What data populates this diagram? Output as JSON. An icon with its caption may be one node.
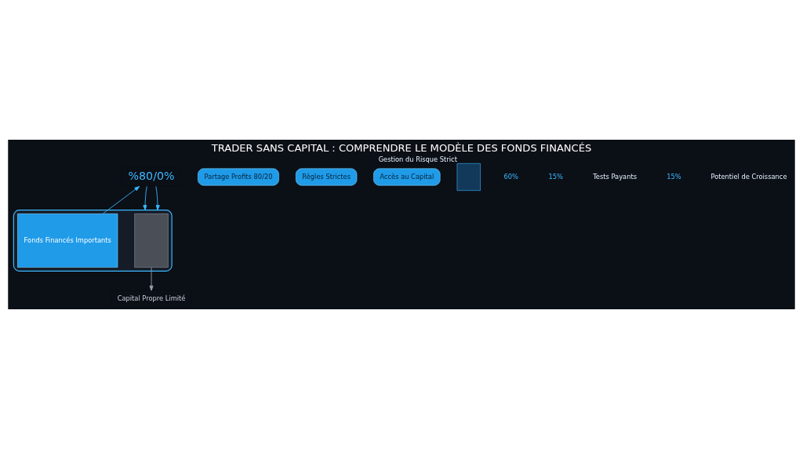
{
  "diagram": {
    "title": "TRADER SANS CAPITAL : COMPRENDRE LE MODÈLE DES FONDS FINANCÉS",
    "nodes": [
      {
        "text": [],
        "shape": "box"
      },
      {
        "text": [],
        "shape": "box",
        "in": 0
      },
      {
        "text": [
          "Fonds Financés Importants"
        ],
        "in": 0
      },
      {
        "text": [
          "Capital Propre Limité"
        ]
      },
      {
        "text": [
          "%80/0%"
        ]
      },
      {
        "text": [
          "Partage Profits 80/20"
        ]
      },
      {
        "text": [
          "Règles Strictes"
        ]
      },
      {
        "text": [
          "Accès au Capital"
        ]
      },
      {
        "text": [],
        "shape": "box",
        "beside": [
          "Gestion du Risque Strict"
        ]
      }
    ],
    "edges": [
      {
        "from": 1,
        "to": 3,
        "arrow": "to",
        "color": "#9aa3ad"
      },
      {
        "from": 2,
        "to": 4,
        "arrow": "to"
      },
      {
        "from": 4,
        "to": 0,
        "arrow": "to"
      },
      {
        "from": 4,
        "to": 0,
        "arrow": "to"
      }
    ],
    "labels": [
      "60%",
      "15%",
      "Tests Payants",
      "15%",
      "Potentiel de Croissance"
    ]
  }
}
